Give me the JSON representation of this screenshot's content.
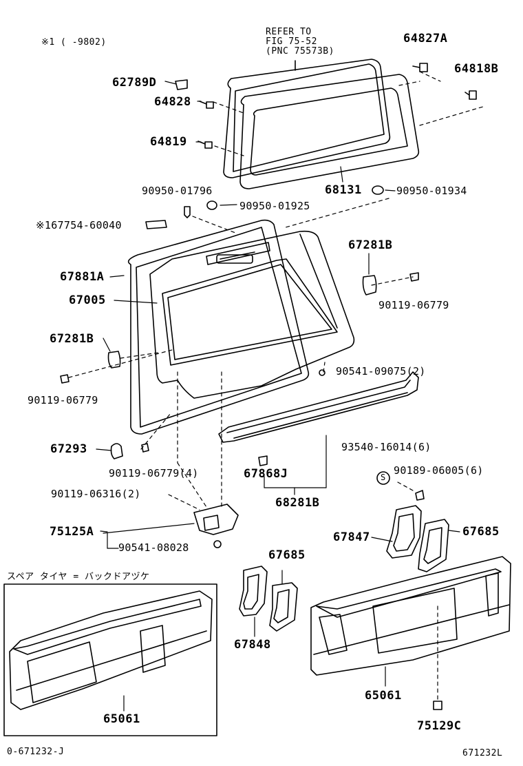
{
  "header": {
    "note": "※1 ( -9802)",
    "refer": [
      "REFER TO",
      "FIG 75-52",
      "(PNC 75573B)"
    ]
  },
  "inset": {
    "caption": "スペア タイヤ = バックドアヅケ"
  },
  "parts": {
    "p64827A": "64827A",
    "p64818B": "64818B",
    "p62789D": "62789D",
    "p64828": "64828",
    "p64819": "64819",
    "p68131": "68131",
    "p90950_01934": "90950-01934",
    "p90950_01796": "90950-01796",
    "p90950_01925": "90950-01925",
    "p67754": "※167754-60040",
    "p67881A": "67881A",
    "p67005": "67005",
    "p67281B_r": "67281B",
    "p90119_06779_r": "90119-06779",
    "p67281B_l": "67281B",
    "p90541_09075": "90541-09075(2)",
    "p90119_06779_l": "90119-06779",
    "p93540": "93540-16014(6)",
    "p67293": "67293",
    "p90119_06779_4": "90119-06779(4)",
    "p67868J": "67868J",
    "s_mark": "S",
    "p90189": "90189-06005(6)",
    "p90119_06316": "90119-06316(2)",
    "p68281B": "68281B",
    "p75125A": "75125A",
    "p67847": "67847",
    "p67685_r": "67685",
    "p90541_08028": "90541-08028",
    "p67685_m": "67685",
    "p67848": "67848",
    "p65061_l": "65061",
    "p65061_r": "65061",
    "p75129C": "75129C"
  },
  "footer": {
    "left": "0-671232-J",
    "right": "671232L"
  }
}
